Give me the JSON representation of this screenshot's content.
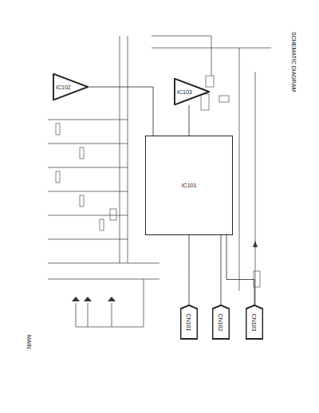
{
  "diagram": {
    "title": "SCHEMATIC DIAGRAM",
    "nodes": [
      {
        "text": [
          "IC101"
        ]
      },
      {
        "text": [
          "IC102"
        ]
      },
      {
        "text": [
          "IC103"
        ]
      },
      {
        "text": [
          "CN101"
        ]
      },
      {
        "text": [
          "CN102"
        ]
      },
      {
        "text": [
          "CN103"
        ]
      }
    ],
    "edges": [
      {
        "from": 3,
        "to": 0,
        "arrow": "none"
      },
      {
        "from": 4,
        "to": 0,
        "arrow": "none"
      },
      {
        "from": 5,
        "to": 0,
        "arrow": "none"
      },
      {
        "from": 0,
        "to": 2,
        "arrow": "none"
      },
      {
        "from": 1,
        "to": 0,
        "arrow": "none"
      }
    ],
    "labels": [
      "MAIN"
    ]
  }
}
